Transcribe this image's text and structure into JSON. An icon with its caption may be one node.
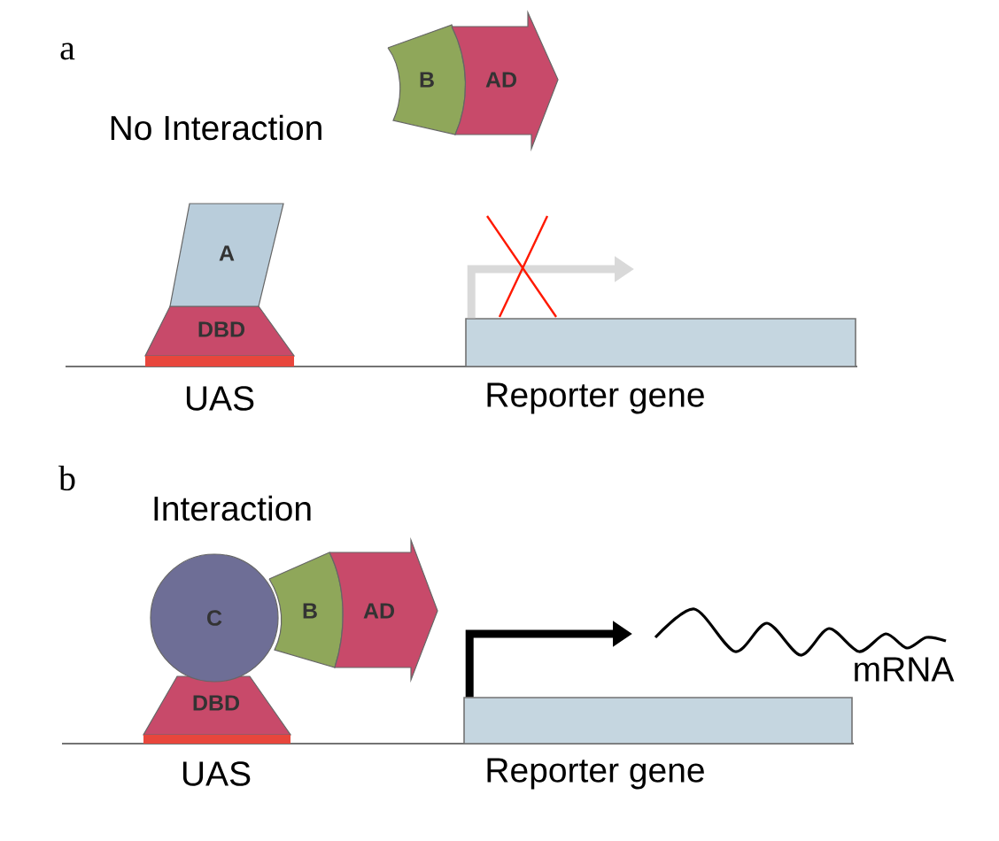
{
  "diagram": {
    "nodes": [
      {
        "text": [
          "B"
        ]
      },
      {
        "text": [
          "AD"
        ]
      },
      {
        "text": [
          "A"
        ]
      },
      {
        "text": [
          "DBD"
        ]
      },
      {
        "text": [],
        "shape": "bar",
        "beside": [
          "UAS"
        ]
      },
      {
        "text": [],
        "shape": "box",
        "beside": [
          "Reporter gene"
        ]
      },
      {
        "text": [
          "C"
        ]
      },
      {
        "text": [
          "B"
        ]
      },
      {
        "text": [
          "AD"
        ]
      },
      {
        "text": [
          "DBD"
        ]
      },
      {
        "text": [],
        "shape": "bar",
        "beside": [
          "UAS"
        ]
      },
      {
        "text": [],
        "shape": "box",
        "beside": [
          "Reporter gene"
        ]
      }
    ],
    "edges": [
      {
        "from": 5,
        "to": null,
        "arrow": "to",
        "color": "#d9d9d9"
      },
      {
        "from": 11,
        "to": null,
        "arrow": "to",
        "color": "#000000"
      }
    ],
    "labels": [
      "a",
      "No Interaction",
      "b",
      "Interaction",
      "mRNA"
    ]
  }
}
